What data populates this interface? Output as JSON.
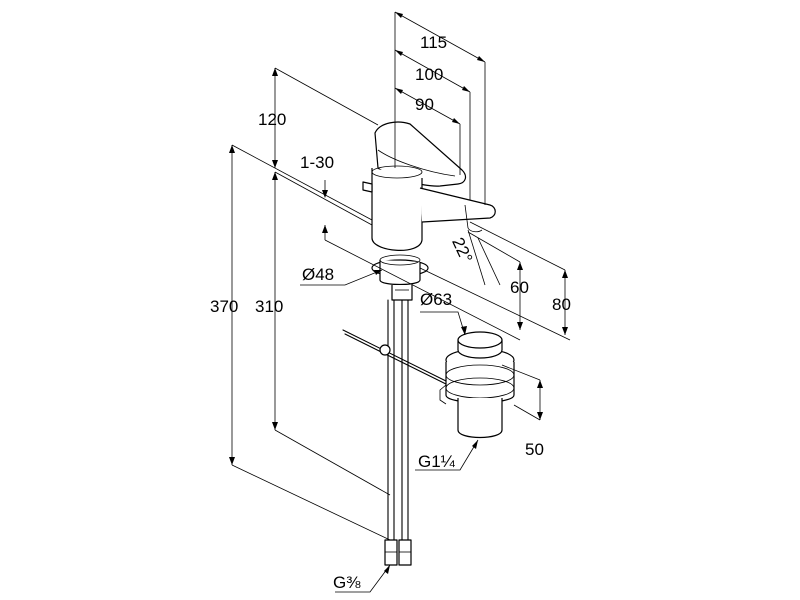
{
  "dimensions": {
    "d115": "115",
    "d100": "100",
    "d90": "90",
    "d120": "120",
    "d1_30": "1-30",
    "d370": "370",
    "d310": "310",
    "d48": "Ø48",
    "d63": "Ø63",
    "d60": "60",
    "d80": "80",
    "d50": "50",
    "g114": "G1¼",
    "g38": "G⅜",
    "angle": "22°"
  }
}
